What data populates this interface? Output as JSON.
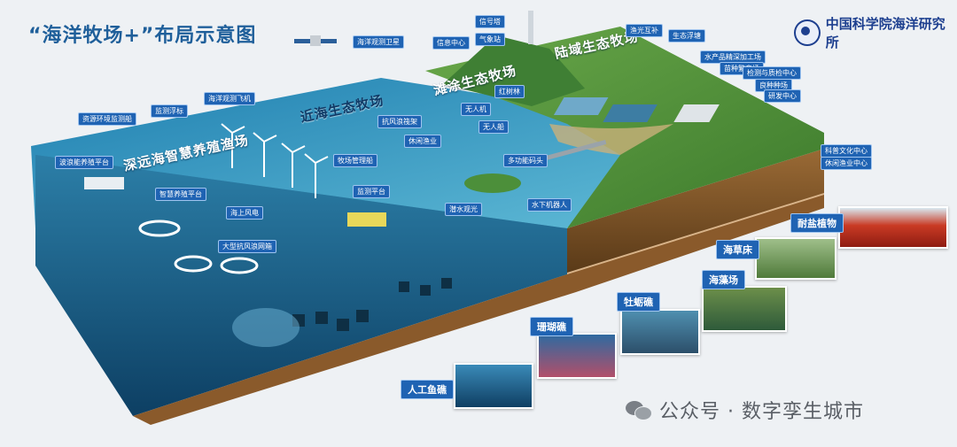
{
  "title": "“海洋牧场+”布局示意图",
  "logo": {
    "name": "中国科学院海洋研究所"
  },
  "zones": {
    "deep": "深远海智慧养殖渔场",
    "near": "近海生态牧场",
    "beach": "滩涂生态牧场",
    "land": "陆域生态牧场"
  },
  "labels": {
    "satellite": "海洋观测卫星",
    "drone": "海洋观测飞机",
    "buoy": "监测浮标",
    "ship_monitor": "资源环境监测船",
    "wave_platform": "波浪能养殖平台",
    "smart_platform": "智慧养殖平台",
    "wind_power": "海上风电",
    "big_cage": "大型抗风浪网箱",
    "anti_wind_raft": "抗风浪筏架",
    "leisure_fishing": "休闲渔业",
    "ranch_ship": "牧场管理船",
    "monitor_platform": "监测平台",
    "uav": "无人机",
    "unmanned_ship": "无人船",
    "multi_dock": "多功能码头",
    "submarine_tour": "潜水观光",
    "underwater_robot": "水下机器人",
    "mangrove": "红树林",
    "signal_tower": "信号塔",
    "info_center": "信息中心",
    "weather_station": "气象站",
    "fish_light": "渔光互补",
    "eco_pond": "生态浮塘",
    "processing": "水产品精深加工场",
    "seedling": "苗种繁育场",
    "testing": "检测与质检中心",
    "breeding": "良种种场",
    "research": "研发中心",
    "science_center": "科普文化中心",
    "leisure_center": "休闲渔业中心"
  },
  "habitats": {
    "saltmarsh": "耐盐植物",
    "seagrass": "海草床",
    "algae": "海藻场",
    "oyster": "牡蛎礁",
    "coral": "珊瑚礁",
    "artificial_reef": "人工鱼礁"
  },
  "watermark": "公众号 · 数字孪生城市",
  "colors": {
    "label_bg": "#1f63b3",
    "ocean": "#1b6f9e",
    "land": "#4f9a3f",
    "soil": "#8a5a2b"
  }
}
